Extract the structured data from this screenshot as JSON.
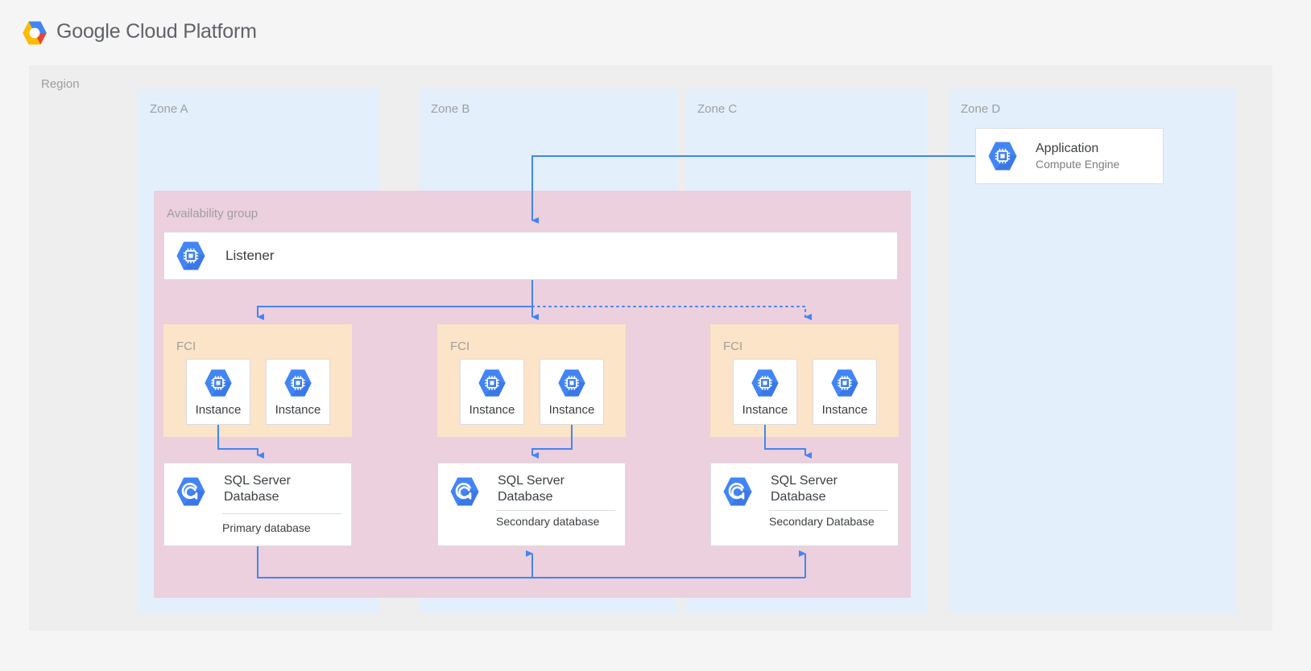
{
  "header": {
    "logo_text_part1": "Google",
    "logo_text_part2": " Cloud Platform",
    "logo_icon": "google-cloud-hexagon-logo"
  },
  "region": {
    "label": "Region"
  },
  "zones": [
    {
      "id": "a",
      "label": "Zone A"
    },
    {
      "id": "b",
      "label": "Zone B"
    },
    {
      "id": "c",
      "label": "Zone C"
    },
    {
      "id": "d",
      "label": "Zone D"
    }
  ],
  "application": {
    "title": "Application",
    "subtitle": "Compute Engine",
    "icon": "compute-engine-icon"
  },
  "availability_group": {
    "label": "Availability group"
  },
  "listener": {
    "label": "Listener",
    "icon": "compute-engine-icon"
  },
  "fci_groups": [
    {
      "id": "a",
      "label": "FCI",
      "instances": [
        {
          "label": "Instance",
          "icon": "compute-engine-icon"
        },
        {
          "label": "Instance",
          "icon": "compute-engine-icon"
        }
      ]
    },
    {
      "id": "b",
      "label": "FCI",
      "instances": [
        {
          "label": "Instance",
          "icon": "compute-engine-icon"
        },
        {
          "label": "Instance",
          "icon": "compute-engine-icon"
        }
      ]
    },
    {
      "id": "c",
      "label": "FCI",
      "instances": [
        {
          "label": "Instance",
          "icon": "compute-engine-icon"
        },
        {
          "label": "Instance",
          "icon": "compute-engine-icon"
        }
      ]
    }
  ],
  "databases": [
    {
      "id": "a",
      "title": "SQL Server Database",
      "role": "Primary database",
      "icon": "sql-server-database-icon"
    },
    {
      "id": "b",
      "title": "SQL Server Database",
      "role": "Secondary database",
      "icon": "sql-server-database-icon"
    },
    {
      "id": "c",
      "title": "SQL Server Database",
      "role": "Secondary Database",
      "icon": "sql-server-database-icon"
    }
  ],
  "colors": {
    "page_background": "#f5f5f5",
    "region_background": "#eeeeee",
    "zone_background": "#e3f0fc",
    "availability_group_background": "#ecd0dd",
    "fci_background": "#fce4c8",
    "card_background": "#ffffff",
    "card_border": "#dadce0",
    "connector_blue": "#4285f4",
    "icon_blue": "#4285f4",
    "icon_blue_dark": "#3367d6",
    "label_gray": "#9e9e9e",
    "text_dark": "#3c4043",
    "text_muted": "#7a7d80",
    "logo_blue": "#4285f4",
    "logo_red": "#ea4335",
    "logo_yellow": "#fbbc05",
    "logo_green": "#34a853"
  },
  "connectors": [
    {
      "name": "application-to-listener",
      "style": "solid",
      "from": "application",
      "to": "listener"
    },
    {
      "name": "listener-to-fci-a",
      "style": "solid",
      "from": "listener",
      "to": "fci-a"
    },
    {
      "name": "listener-to-fci-b",
      "style": "solid",
      "from": "listener",
      "to": "fci-b"
    },
    {
      "name": "listener-to-fci-c",
      "style": "dotted",
      "from": "listener",
      "to": "fci-c"
    },
    {
      "name": "fci-a-to-database-a",
      "style": "solid",
      "from": "fci-a",
      "to": "database-a"
    },
    {
      "name": "fci-b-to-database-b",
      "style": "solid",
      "from": "fci-b",
      "to": "database-b"
    },
    {
      "name": "fci-c-to-database-c",
      "style": "solid",
      "from": "fci-c",
      "to": "database-c"
    },
    {
      "name": "primary-to-secondary-b",
      "style": "solid",
      "from": "database-a",
      "to": "database-b"
    },
    {
      "name": "primary-to-secondary-c",
      "style": "solid",
      "from": "database-a",
      "to": "database-c"
    }
  ]
}
